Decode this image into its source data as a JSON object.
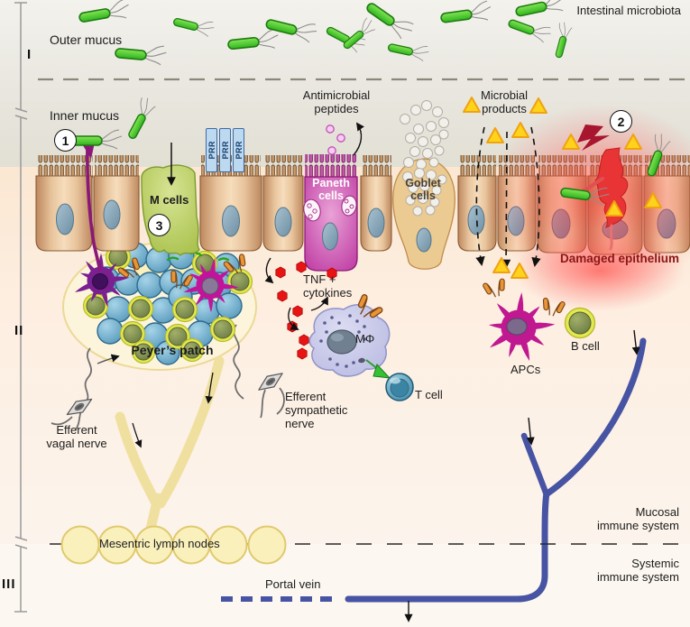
{
  "figure": {
    "lumen": {
      "intestinal_microbiota": "Intestinal microbiota",
      "outer_mucus": "Outer mucus",
      "inner_mucus": "Inner mucus"
    },
    "sections": {
      "one": "I",
      "two": "II",
      "three": "III"
    },
    "markers": {
      "n1": "1",
      "n2": "2",
      "n3": "3"
    },
    "epithelium": {
      "m_cells": "M cells",
      "prr": "PRR",
      "antimicrobial_peptides": "Antimicrobial\npeptides",
      "paneth_cells": "Paneth\ncells",
      "goblet_cells": "Goblet\ncells",
      "microbial_products": "Microbial\nproducts",
      "damaged_epithelium": "Damaged epithelium"
    },
    "mucosa": {
      "peyers_patch": "Peyer’s patch",
      "tnf_cytokines": "TNF +\ncytokines",
      "macrophage": "MΦ",
      "t_cell": "T cell",
      "apcs": "APCs",
      "b_cell": "B cell",
      "efferent_vagal_nerve": "Efferent\nvagal nerve",
      "efferent_sympathetic_nerve": "Efferent\nsympathetic\nnerve",
      "mucosal_immune_system": "Mucosal\nimmune system"
    },
    "systemic": {
      "mesenteric_lymph_nodes": "Mesentric lymph nodes",
      "portal_vein": "Portal vein",
      "systemic_immune_system": "Systemic\nimmune system"
    },
    "colors": {
      "bacteria_green": "#3fc62b",
      "epithelium_tan": "#d8a878",
      "m_cell_green": "#b5cc5a",
      "paneth_magenta": "#c0399f",
      "goblet_tan": "#ecc88e",
      "damaged_red": "#e23535",
      "damaged_label_red": "#8c1616",
      "microbial_triangle_yellow": "#ffd21c",
      "tnf_red": "#e81414",
      "macrophage_lavender": "#c5c6e8",
      "t_cell_blue": "#4a9ab5",
      "b_cell_ring_yellow": "#e4e94f",
      "apc_magenta": "#bf1890",
      "peyers_patch_cream": "#fcf5dc",
      "lymph_yellow": "#f0e0a0",
      "portal_vein_blue": "#4753a3",
      "prr_blue": "#bcd9f0"
    }
  }
}
